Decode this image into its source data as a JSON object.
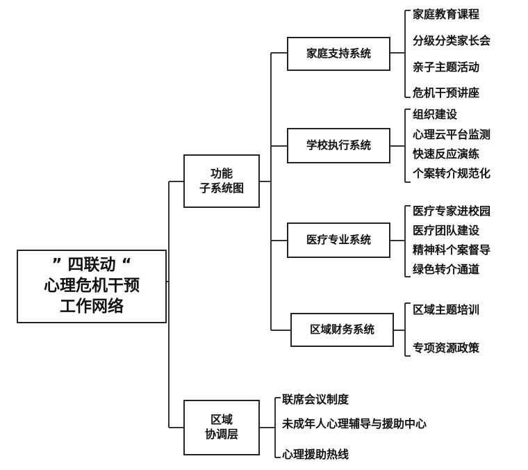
{
  "root": {
    "lines": [
      "” 四联动 “",
      "心理危机干预",
      "工作网络"
    ]
  },
  "function_subsystem": {
    "lines": [
      "功能",
      "子系统图"
    ],
    "systems": [
      {
        "label": "家庭支持系统",
        "items": [
          "家庭教育课程",
          "分级分类家长会",
          "亲子主题活动",
          "危机干预讲座"
        ]
      },
      {
        "label": "学校执行系统",
        "items": [
          "组织建设",
          "心理云平台监测",
          "快速反应演练",
          "个案转介规范化"
        ]
      },
      {
        "label": "医疗专业系统",
        "items": [
          "医疗专家进校园",
          "医疗团队建设",
          "精神科个案督导",
          "绿色转介通道"
        ]
      },
      {
        "label": "区域财务系统",
        "items": [
          "区域主题培训",
          "专项资源政策"
        ]
      }
    ]
  },
  "regional_layer": {
    "lines": [
      "区域",
      "协调层"
    ],
    "items": [
      "联席会议制度",
      "未成年人心理辅导与援助中心",
      "心理援助热线"
    ]
  }
}
